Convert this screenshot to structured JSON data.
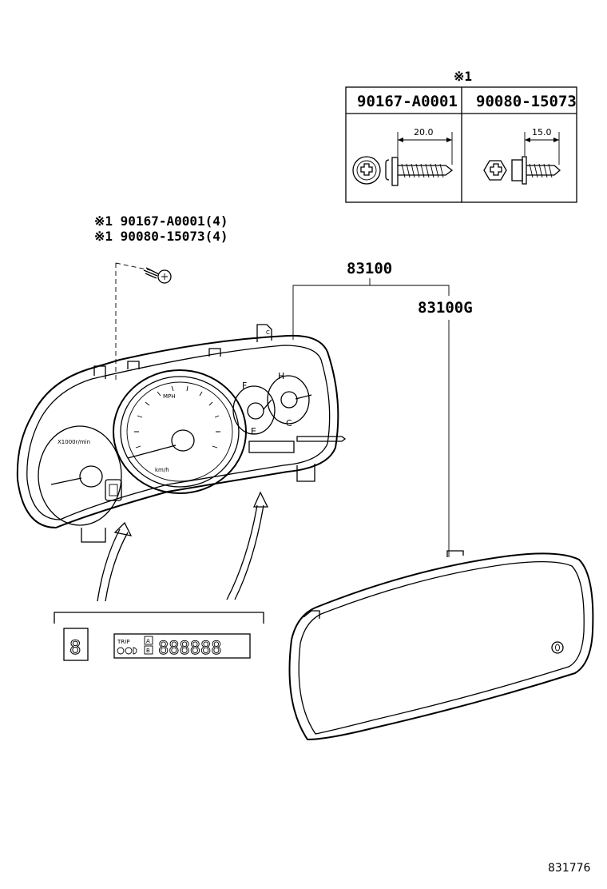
{
  "note_mark": "※1",
  "fastener_table": {
    "columns": [
      {
        "part_no": "90167-A0001",
        "length": "20.0"
      },
      {
        "part_no": "90080-15073",
        "length": "15.0"
      }
    ]
  },
  "callouts": {
    "screw_1": "※1 90167-A0001(4)",
    "screw_2": "※1 90080-15073(4)",
    "cluster": "83100",
    "glass": "83100G"
  },
  "gauge_text": {
    "tach_unit": "X1000r/min",
    "speedo_unit": "MPH",
    "speedo_unit2": "km/h",
    "fuel_f": "F",
    "fuel_e": "E",
    "temp_h": "H",
    "temp_c": "C"
  },
  "display_inset": {
    "trip": "TRIP",
    "a": "A",
    "b": "B",
    "odo_digits": "888888"
  },
  "diagram_id": "831776"
}
